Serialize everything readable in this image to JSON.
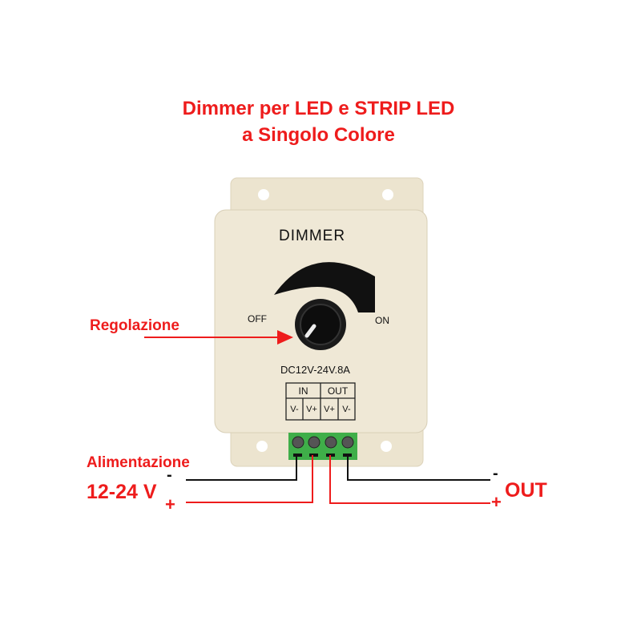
{
  "title": {
    "line1": "Dimmer per LED e STRIP LED",
    "line2": "a Singolo Colore"
  },
  "device": {
    "name_label": "DIMMER",
    "off_label": "OFF",
    "on_label": "ON",
    "rating": "DC12V-24V.8A",
    "terminal_table": {
      "groups": [
        "IN",
        "OUT"
      ],
      "pins": [
        "V-",
        "V+",
        "V+",
        "V-"
      ]
    }
  },
  "annotations": {
    "knob_label": "Regolazione",
    "power_label": "Alimentazione",
    "voltage_label": "12-24 V",
    "input_minus": "-",
    "input_plus": "+",
    "output_label": "OUT",
    "output_minus": "-",
    "output_plus": "+"
  },
  "colors": {
    "annotation": "#ee1c1c",
    "housing": "#efe7d3",
    "terminal": "#3fae49"
  }
}
